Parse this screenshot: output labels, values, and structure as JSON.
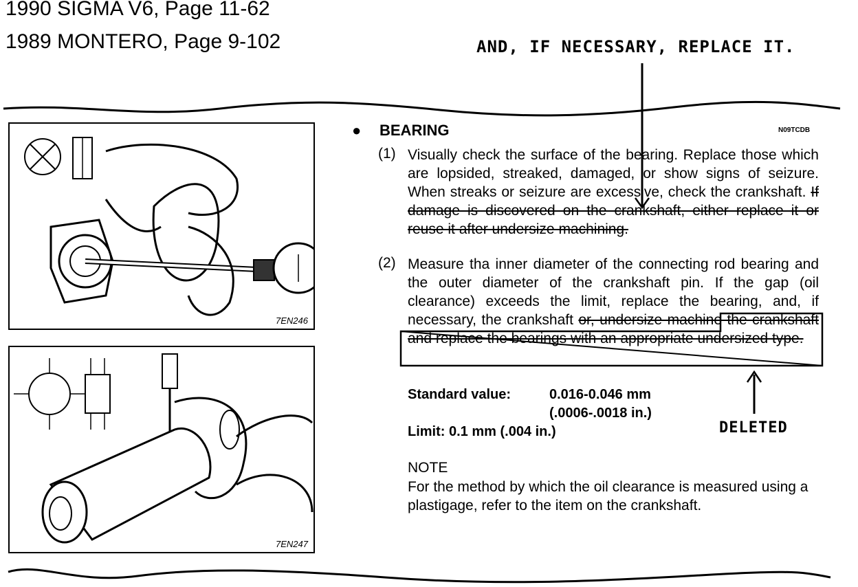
{
  "header": {
    "line1": "1990 SIGMA V6, Page 11-62",
    "line2": "1989 MONTERO, Page 9-102"
  },
  "annotations": {
    "top_note": "AND, IF NECESSARY, REPLACE IT.",
    "deleted": "DELETED"
  },
  "figures": [
    {
      "label": "7EN246"
    },
    {
      "label": "7EN247"
    }
  ],
  "section": {
    "bullet": "●",
    "title": "BEARING",
    "code": "N09TCDB"
  },
  "para1": {
    "num": "(1)",
    "text": "Visually check the surface of the bearing. Replace those which are lopsided, streaked, damaged, or show signs of seizure. When streaks or seizure are excessive, check the crankshaft. ",
    "struck": "If damage is discovered on the crankshaft, either replace it or reuse it after undersize machining."
  },
  "para2": {
    "num": "(2)",
    "text": "Measure tha inner diameter of the connecting rod bearing and the outer diameter of the crankshaft pin. If the gap (oil clearance) exceeds the limit, replace the bearing, and, if necessary, the crankshaft",
    "struck": "or, undersize machine the crankshaft and replace the bearings with an appropriate undersized type."
  },
  "spec": {
    "std_label": "Standard value:",
    "std_value1": "0.016-0.046 mm",
    "std_value2": "(.0006-.0018 in.)",
    "limit": "Limit: 0.1 mm (.004 in.)"
  },
  "note": {
    "heading": "NOTE",
    "text": "For the method by which the oil clearance is measured using a plastigage, refer to the item on the crankshaft."
  }
}
